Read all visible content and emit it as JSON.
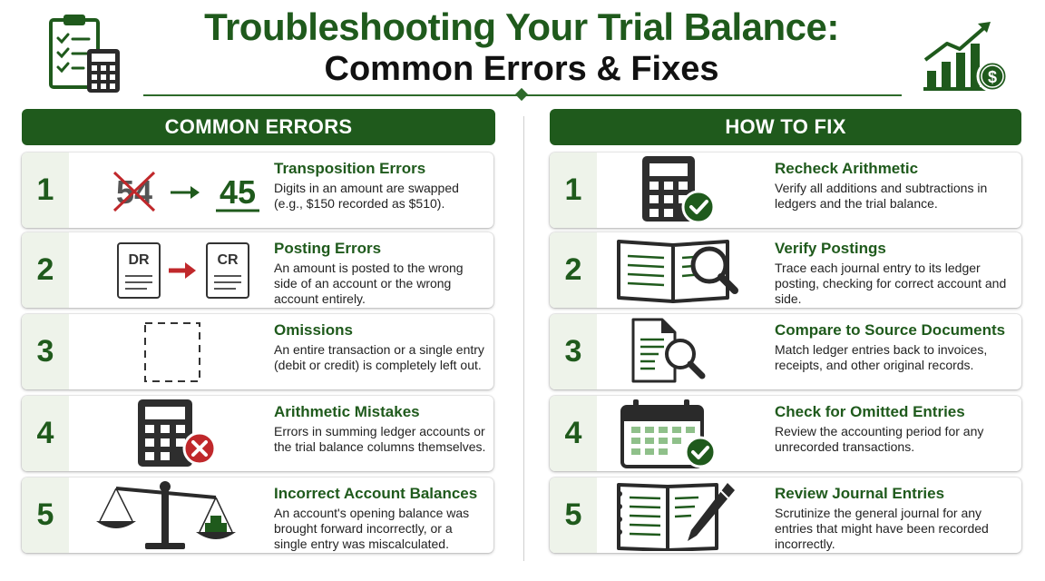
{
  "title": {
    "line1": "Troubleshooting Your Trial Balance:",
    "line2": "Common Errors & Fixes"
  },
  "icons": {
    "left": "checklist-calculator-icon",
    "right": "growth-chart-dollar-icon"
  },
  "colors": {
    "brand_green": "#1f5a1c",
    "error_red": "#c0282b",
    "card_tint": "#eef3ea"
  },
  "errors": {
    "header": "COMMON ERRORS",
    "items": [
      {
        "num": "1",
        "title": "Transposition Errors",
        "desc": "Digits in an amount are swapped (e.g., $150 recorded as $510).",
        "icon": "transposition-54-to-45-icon",
        "before": "54",
        "after": "45"
      },
      {
        "num": "2",
        "title": "Posting Errors",
        "desc": "An amount is posted to the wrong side of an account or the wrong account entirely.",
        "icon": "dr-to-cr-document-icon",
        "from_label": "DR",
        "to_label": "CR"
      },
      {
        "num": "3",
        "title": "Omissions",
        "desc": "An entire transaction or a single entry (debit or credit) is completely left out.",
        "icon": "dashed-empty-box-icon"
      },
      {
        "num": "4",
        "title": "Arithmetic Mistakes",
        "desc": "Errors in summing ledger accounts or the trial balance columns themselves.",
        "icon": "calculator-error-icon"
      },
      {
        "num": "5",
        "title": "Incorrect Account Balances",
        "desc": "An account's opening balance was brought forward incorrectly, or a single entry was miscalculated.",
        "icon": "unbalanced-scale-icon"
      }
    ]
  },
  "fixes": {
    "header": "HOW TO FIX",
    "items": [
      {
        "num": "1",
        "title": "Recheck Arithmetic",
        "desc": "Verify all additions and subtractions in ledgers and the trial balance.",
        "icon": "calculator-check-icon"
      },
      {
        "num": "2",
        "title": "Verify Postings",
        "desc": "Trace each journal entry to its ledger posting, checking for correct account and side.",
        "icon": "ledger-magnifier-icon"
      },
      {
        "num": "3",
        "title": "Compare to Source Documents",
        "desc": "Match ledger entries back to invoices, receipts, and other original records.",
        "icon": "document-magnifier-icon"
      },
      {
        "num": "4",
        "title": "Check for Omitted Entries",
        "desc": "Review the accounting period for any unrecorded transactions.",
        "icon": "calendar-check-icon"
      },
      {
        "num": "5",
        "title": "Review Journal Entries",
        "desc": "Scrutinize the general journal for any entries that might have been recorded incorrectly.",
        "icon": "journal-pen-icon"
      }
    ]
  }
}
